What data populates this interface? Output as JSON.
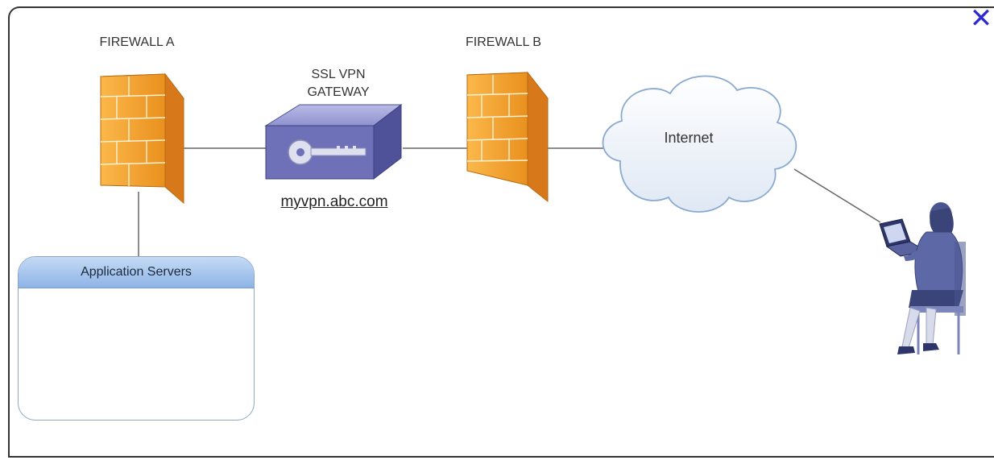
{
  "close_icon": "close-x-icon",
  "firewall_a": {
    "label": "FIREWALL A"
  },
  "firewall_b": {
    "label": "FIREWALL B"
  },
  "gateway": {
    "label_line1": "SSL VPN",
    "label_line2": "GATEWAY",
    "url": "myvpn.abc.com"
  },
  "internet": {
    "label": "Internet"
  },
  "app_servers": {
    "label": "Application Servers"
  },
  "colors": {
    "firewall": "#f0a030",
    "gateway": "#6e70b8",
    "cloud_edge": "#8aa9d0",
    "person": "#4a5590",
    "close": "#2d2bd0"
  }
}
